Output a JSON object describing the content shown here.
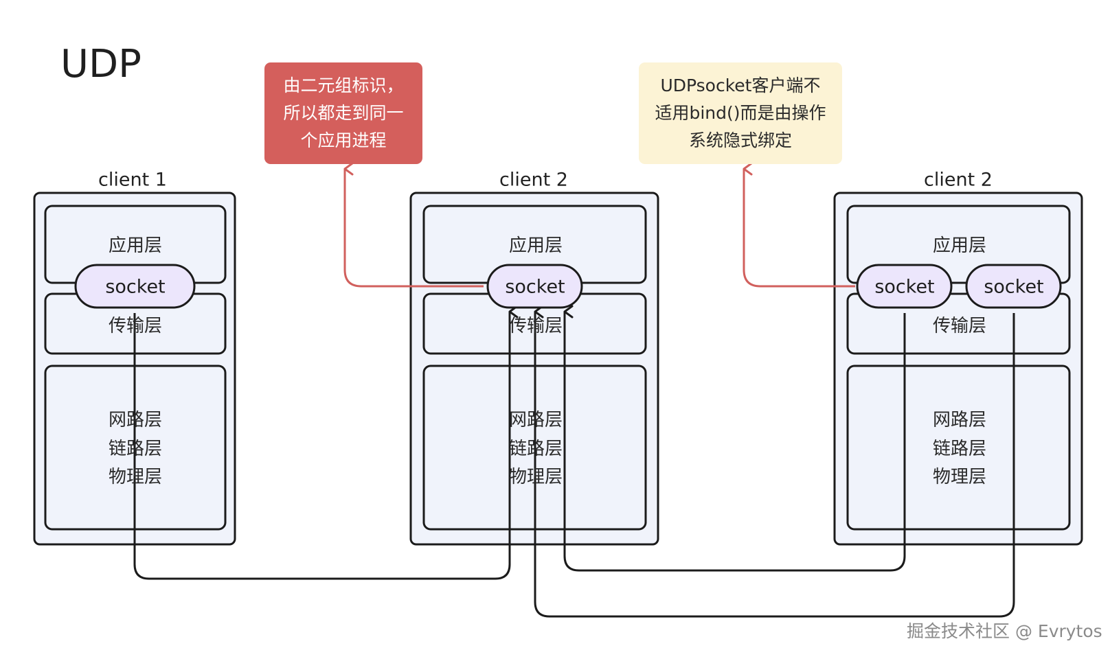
{
  "title": "UDP",
  "clients": [
    {
      "label": "client 1",
      "app_layer": "应用层",
      "transport_layer": "传输层",
      "lower_layers": [
        "网路层",
        "链路层",
        "物理层"
      ],
      "sockets": [
        "socket"
      ]
    },
    {
      "label": "client 2",
      "app_layer": "应用层",
      "transport_layer": "传输层",
      "lower_layers": [
        "网路层",
        "链路层",
        "物理层"
      ],
      "sockets": [
        "socket"
      ]
    },
    {
      "label": "client 2",
      "app_layer": "应用层",
      "transport_layer": "传输层",
      "lower_layers": [
        "网路层",
        "链路层",
        "物理层"
      ],
      "sockets": [
        "socket",
        "socket"
      ]
    }
  ],
  "notes": {
    "red": "由二元组标识，\n所以都走到同一\n个应用进程",
    "yellow": "UDPsocket客户端不\n适用bind()而是由操作\n系统隐式绑定"
  },
  "watermark": "掘金技术社区 @ Evrytos",
  "colors": {
    "box_fill": "#f0f3fb",
    "stroke": "#1b1b1b",
    "socket_fill": "#ece6fc",
    "arrow_red": "#d1605d",
    "note_red": "#d45f5c",
    "note_yellow": "#fcf3d5"
  }
}
